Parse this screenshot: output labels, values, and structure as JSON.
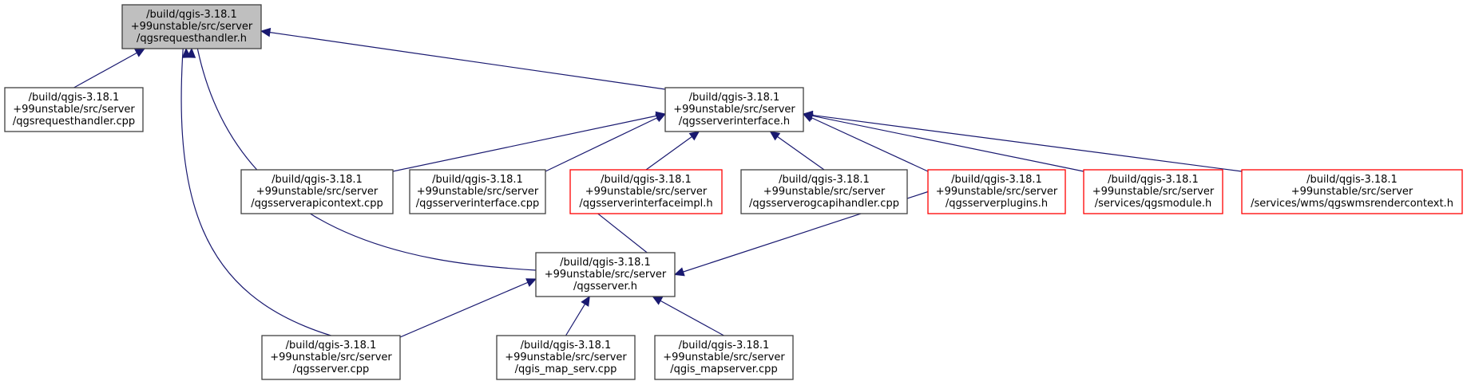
{
  "graph": {
    "type": "include-dependency-graph",
    "colors": {
      "edge": "#191970",
      "root_fill": "#bfbfbf",
      "node_border": "#404040",
      "truncated_border": "#ff0000"
    },
    "nodes": [
      {
        "id": "reqh",
        "lines": [
          "/build/qgis-3.18.1",
          "+99unstable/src/server",
          "/qgsrequesthandler.h"
        ],
        "style": "root"
      },
      {
        "id": "reqcpp",
        "lines": [
          "/build/qgis-3.18.1",
          "+99unstable/src/server",
          "/qgsrequesthandler.cpp"
        ],
        "style": "normal"
      },
      {
        "id": "ifaceh",
        "lines": [
          "/build/qgis-3.18.1",
          "+99unstable/src/server",
          "/qgsserverinterface.h"
        ],
        "style": "normal"
      },
      {
        "id": "apictx",
        "lines": [
          "/build/qgis-3.18.1",
          "+99unstable/src/server",
          "/qgsserverapicontext.cpp"
        ],
        "style": "normal"
      },
      {
        "id": "ifacecpp",
        "lines": [
          "/build/qgis-3.18.1",
          "+99unstable/src/server",
          "/qgsserverinterface.cpp"
        ],
        "style": "normal"
      },
      {
        "id": "ifaceimpl",
        "lines": [
          "/build/qgis-3.18.1",
          "+99unstable/src/server",
          "/qgsserverinterfaceimpl.h"
        ],
        "style": "truncated"
      },
      {
        "id": "ogcapi",
        "lines": [
          "/build/qgis-3.18.1",
          "+99unstable/src/server",
          "/qgsserverogcapihandler.cpp"
        ],
        "style": "normal"
      },
      {
        "id": "plugins",
        "lines": [
          "/build/qgis-3.18.1",
          "+99unstable/src/server",
          "/qgsserverplugins.h"
        ],
        "style": "truncated"
      },
      {
        "id": "module",
        "lines": [
          "/build/qgis-3.18.1",
          "+99unstable/src/server",
          "/services/qgsmodule.h"
        ],
        "style": "truncated"
      },
      {
        "id": "wmsctx",
        "lines": [
          "/build/qgis-3.18.1",
          "+99unstable/src/server",
          "/services/wms/qgswmsrendercontext.h"
        ],
        "style": "truncated"
      },
      {
        "id": "serverh",
        "lines": [
          "/build/qgis-3.18.1",
          "+99unstable/src/server",
          "/qgsserver.h"
        ],
        "style": "normal"
      },
      {
        "id": "servercpp",
        "lines": [
          "/build/qgis-3.18.1",
          "+99unstable/src/server",
          "/qgsserver.cpp"
        ],
        "style": "normal"
      },
      {
        "id": "mapserv",
        "lines": [
          "/build/qgis-3.18.1",
          "+99unstable/src/server",
          "/qgis_map_serv.cpp"
        ],
        "style": "normal"
      },
      {
        "id": "mapserver",
        "lines": [
          "/build/qgis-3.18.1",
          "+99unstable/src/server",
          "/qgis_mapserver.cpp"
        ],
        "style": "normal"
      }
    ],
    "edges": [
      {
        "from": "reqcpp",
        "to": "reqh"
      },
      {
        "from": "ifaceh",
        "to": "reqh"
      },
      {
        "from": "serverh",
        "to": "reqh"
      },
      {
        "from": "servercpp",
        "to": "reqh"
      },
      {
        "from": "apictx",
        "to": "ifaceh"
      },
      {
        "from": "ifacecpp",
        "to": "ifaceh"
      },
      {
        "from": "ifaceimpl",
        "to": "ifaceh"
      },
      {
        "from": "ogcapi",
        "to": "ifaceh"
      },
      {
        "from": "plugins",
        "to": "ifaceh"
      },
      {
        "from": "module",
        "to": "ifaceh"
      },
      {
        "from": "wmsctx",
        "to": "ifaceh"
      },
      {
        "from": "ifaceimpl",
        "to": "serverh"
      },
      {
        "from": "plugins",
        "to": "serverh"
      },
      {
        "from": "servercpp",
        "to": "serverh"
      },
      {
        "from": "mapserv",
        "to": "serverh"
      },
      {
        "from": "mapserver",
        "to": "serverh"
      }
    ]
  }
}
